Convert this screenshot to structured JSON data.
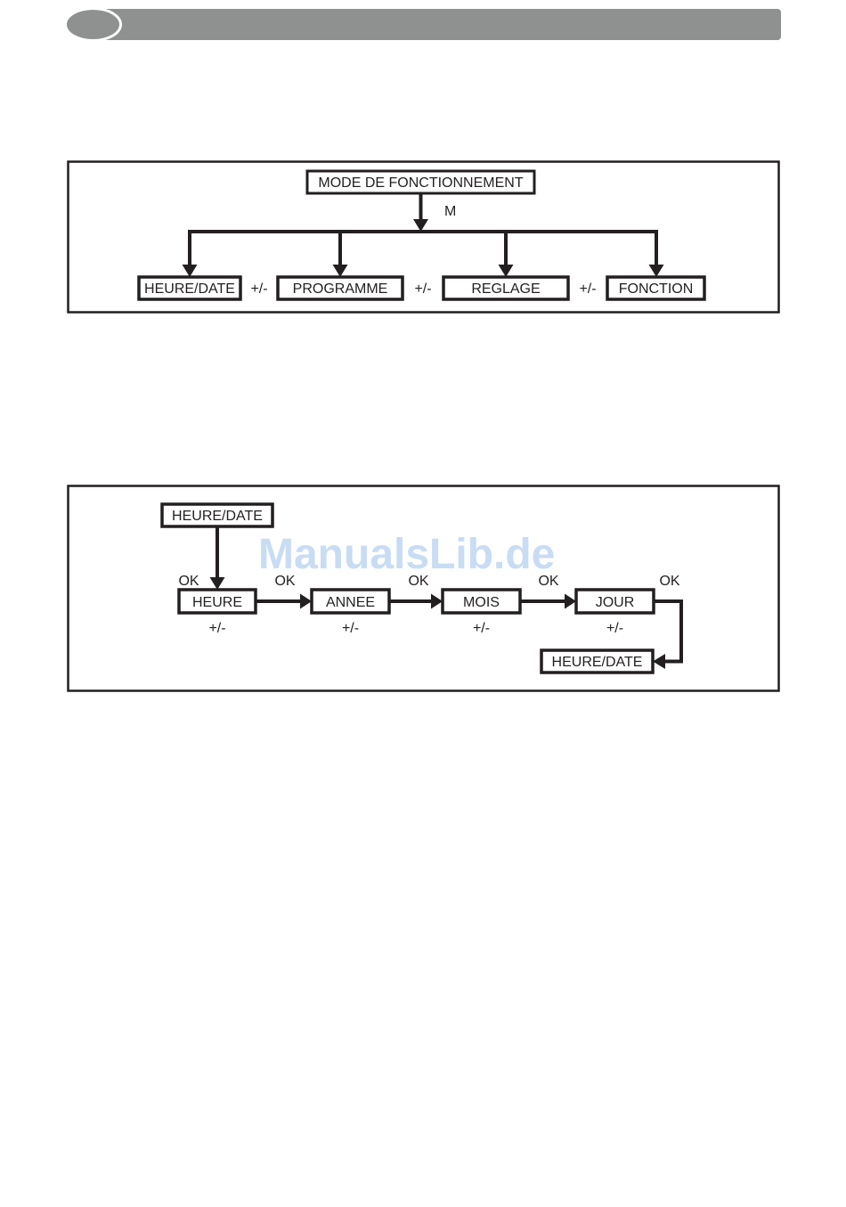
{
  "header": {
    "bar_color": "#8f9191"
  },
  "watermark": {
    "text": "ManualsLib.de",
    "color": "#c8dcf4"
  },
  "diagram_mode": {
    "root": "MODE DE FONCTIONNEMENT",
    "branch_label": "M",
    "separator": "+/-",
    "children": [
      "HEURE/DATE",
      "PROGRAMME",
      "REGLAGE",
      "FONCTION"
    ]
  },
  "diagram_heure_date": {
    "start": "HEURE/DATE",
    "ok_label": "OK",
    "adjust_label": "+/-",
    "steps": [
      "HEURE",
      "ANNEE",
      "MOIS",
      "JOUR"
    ],
    "end": "HEURE/DATE"
  }
}
